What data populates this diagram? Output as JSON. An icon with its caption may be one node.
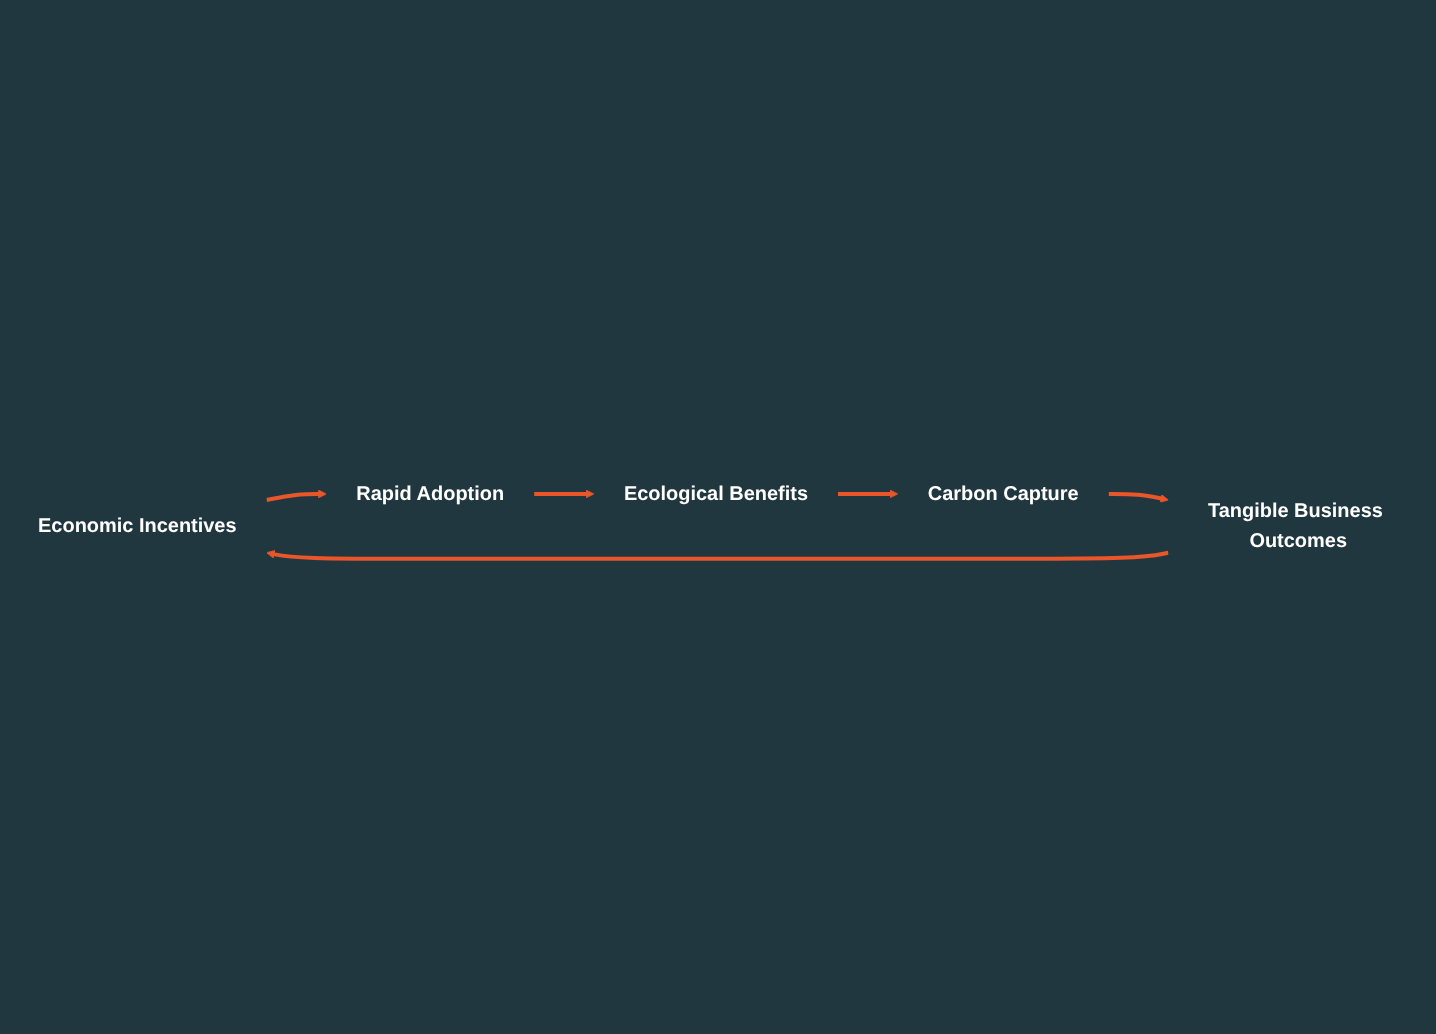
{
  "diagram": {
    "nodes": [
      {
        "text": [
          "Economic Incentives"
        ]
      },
      {
        "text": [
          "Rapid Adoption"
        ]
      },
      {
        "text": [
          "Ecological Benefits"
        ]
      },
      {
        "text": [
          "Carbon Capture"
        ]
      },
      {
        "text": [
          "Tangible Business Outcomes"
        ]
      }
    ],
    "edges": [
      {
        "from": 0,
        "to": 1,
        "arrow": "to"
      },
      {
        "from": 1,
        "to": 2,
        "arrow": "to"
      },
      {
        "from": 2,
        "to": 3,
        "arrow": "to"
      },
      {
        "from": 3,
        "to": 4,
        "arrow": "to"
      },
      {
        "from": 4,
        "to": 0,
        "arrow": "to"
      }
    ]
  }
}
